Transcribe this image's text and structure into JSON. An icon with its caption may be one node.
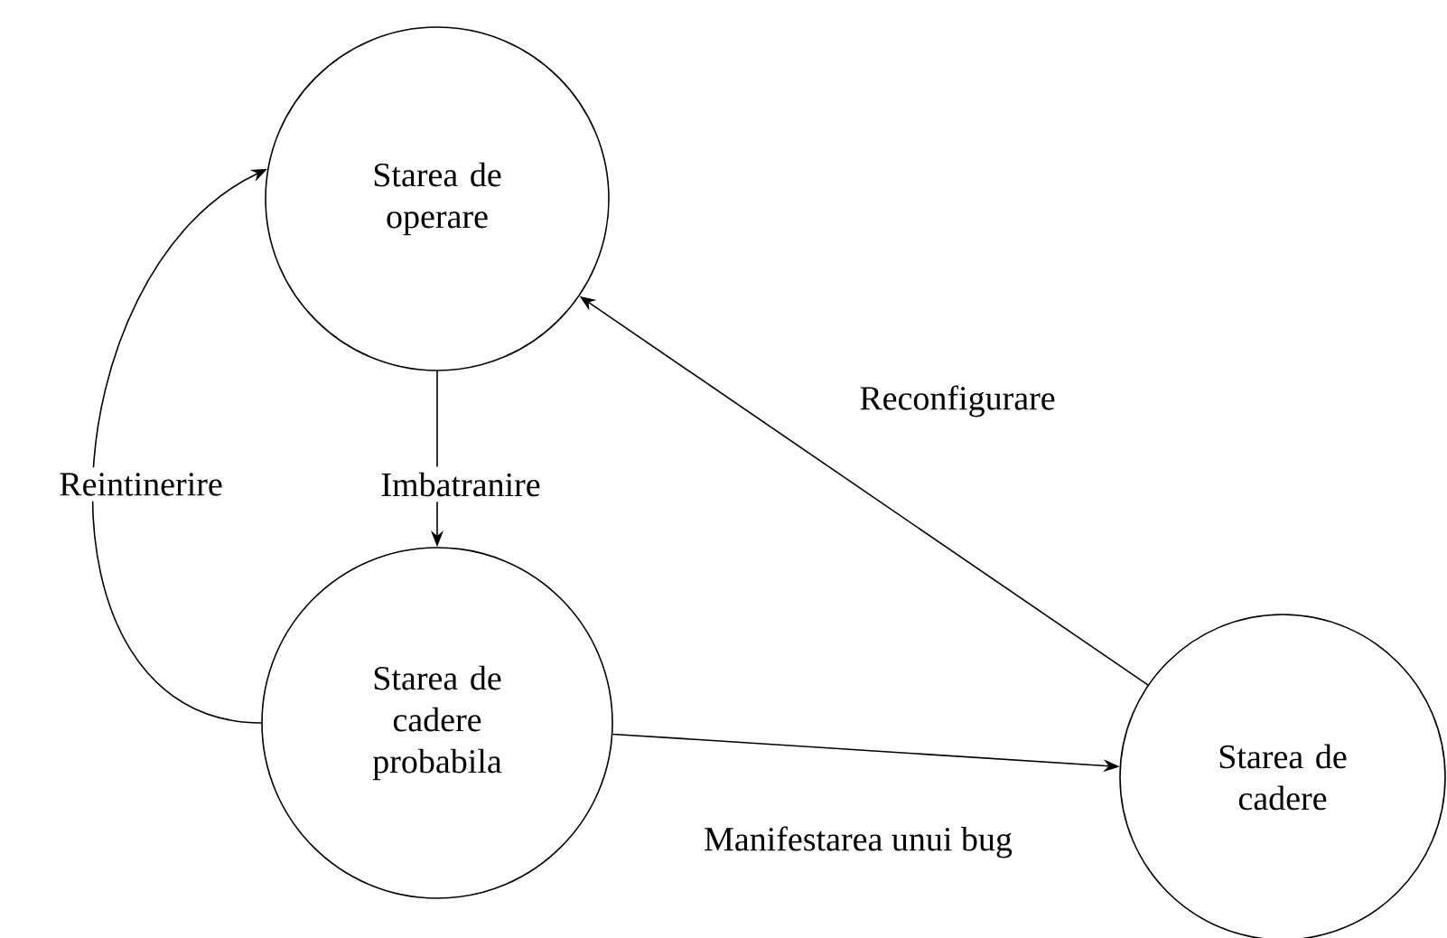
{
  "diagram": {
    "nodes": [
      {
        "text": [
          "Starea de operare"
        ]
      },
      {
        "text": [
          "Starea de cadere probabila"
        ]
      },
      {
        "text": [
          "Starea de cadere"
        ]
      }
    ],
    "edges": [
      {
        "from": 0,
        "to": 1,
        "arrow": "to",
        "label": "Imbatranire"
      },
      {
        "from": 1,
        "to": 0,
        "arrow": "to",
        "label": "Reintinerire"
      },
      {
        "from": 1,
        "to": 2,
        "arrow": "to",
        "label": "Manifestarea unui bug"
      },
      {
        "from": 2,
        "to": 0,
        "arrow": "to",
        "label": "Reconfigurare"
      }
    ]
  }
}
